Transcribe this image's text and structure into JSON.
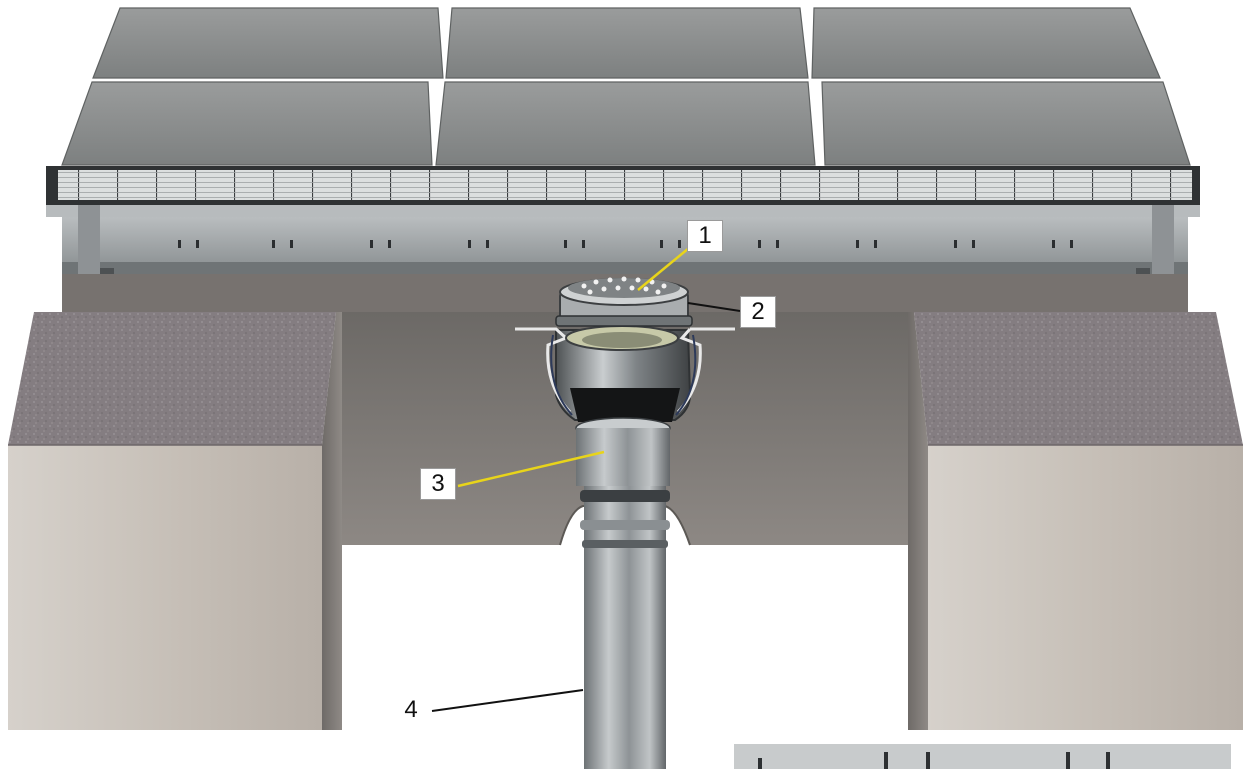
{
  "figure": {
    "callouts": [
      {
        "id": "1",
        "label": "1",
        "leader_color": "#e8d41a"
      },
      {
        "id": "2",
        "label": "2",
        "leader_color": "#111111"
      },
      {
        "id": "3",
        "label": "3",
        "leader_color": "#e8d41a"
      },
      {
        "id": "4",
        "label": "4",
        "leader_color": "#111111"
      }
    ],
    "colors": {
      "paver": "#8e9090",
      "paver_edge": "#6f7272",
      "grate": "#d9dcdc",
      "frame": "#a9adb0",
      "concrete_top": "#857e82",
      "concrete_side": "#cfc9c2",
      "trench_wall": "#7e7a76",
      "steel": "#a8acae"
    }
  }
}
